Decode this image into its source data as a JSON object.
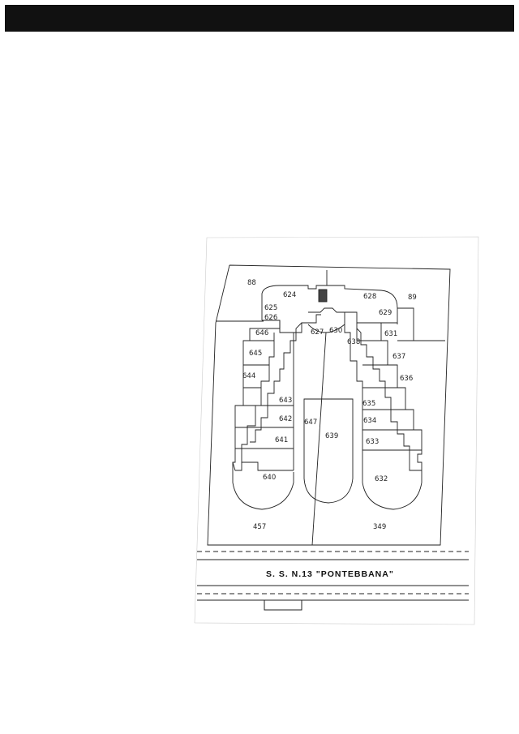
{
  "map": {
    "parcels": [
      {
        "id": "88",
        "label": "88"
      },
      {
        "id": "89",
        "label": "89"
      },
      {
        "id": "624",
        "label": "624"
      },
      {
        "id": "625",
        "label": "625"
      },
      {
        "id": "626",
        "label": "626"
      },
      {
        "id": "627",
        "label": "627"
      },
      {
        "id": "628",
        "label": "628"
      },
      {
        "id": "629",
        "label": "629"
      },
      {
        "id": "630",
        "label": "630"
      },
      {
        "id": "631",
        "label": "631"
      },
      {
        "id": "632",
        "label": "632"
      },
      {
        "id": "633",
        "label": "633"
      },
      {
        "id": "634",
        "label": "634"
      },
      {
        "id": "635",
        "label": "635"
      },
      {
        "id": "636",
        "label": "636"
      },
      {
        "id": "637",
        "label": "637"
      },
      {
        "id": "638",
        "label": "638"
      },
      {
        "id": "639",
        "label": "639"
      },
      {
        "id": "640",
        "label": "640"
      },
      {
        "id": "641",
        "label": "641"
      },
      {
        "id": "642",
        "label": "642"
      },
      {
        "id": "643",
        "label": "643"
      },
      {
        "id": "644",
        "label": "644"
      },
      {
        "id": "645",
        "label": "645"
      },
      {
        "id": "646",
        "label": "646"
      },
      {
        "id": "647",
        "label": "647"
      },
      {
        "id": "457",
        "label": "457"
      },
      {
        "id": "349",
        "label": "349"
      }
    ],
    "road_label": "S. S.  N.13  \"PONTEBBANA\""
  }
}
